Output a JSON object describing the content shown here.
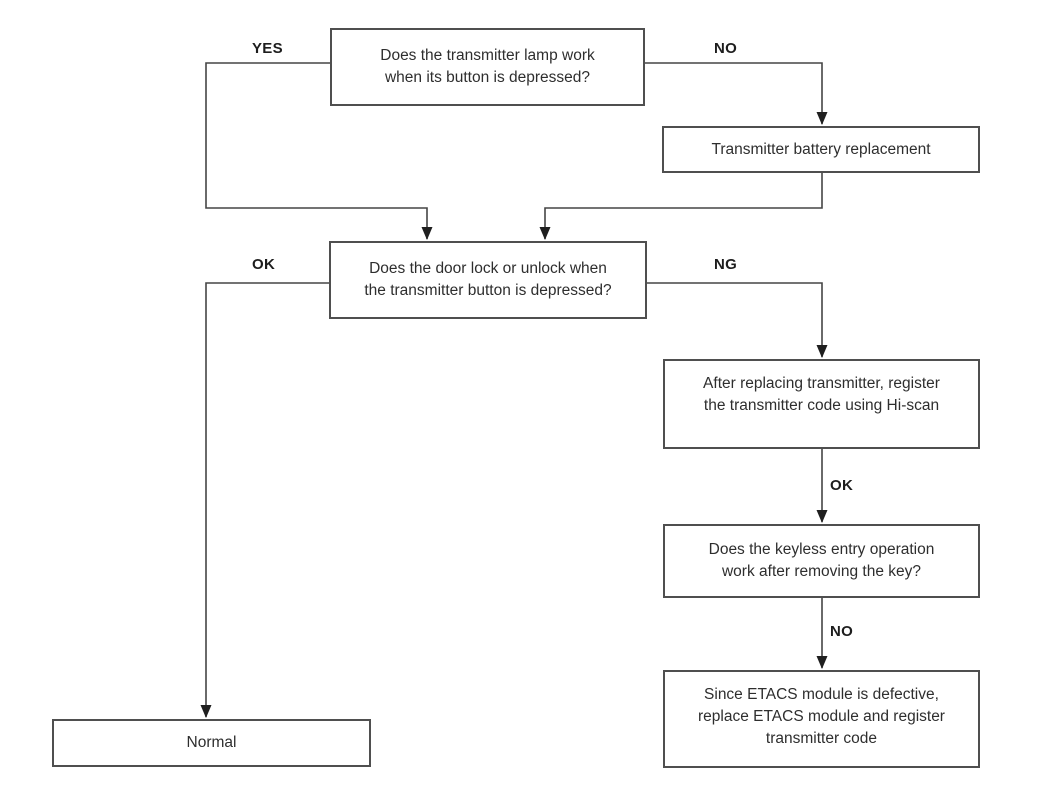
{
  "diagram": {
    "type": "flowchart",
    "background_color": "#ffffff",
    "line_color": "#454545",
    "text_color": "#2e2e2e",
    "nodes": {
      "transmitter_lamp_question": {
        "text": "Does the transmitter lamp work\nwhen its button is depressed?"
      },
      "battery_replacement": {
        "text": "Transmitter battery replacement"
      },
      "door_lock_question": {
        "text": "Does the door lock or unlock when\nthe transmitter button is depressed?"
      },
      "register_transmitter_code": {
        "text": "After replacing transmitter, register\nthe transmitter code using Hi-scan"
      },
      "keyless_entry_question": {
        "text": "Does the keyless entry operation\nwork after removing the key?"
      },
      "etacs_module_defective": {
        "text": "Since ETACS module is defective,\nreplace ETACS module and register\ntransmitter code"
      },
      "normal": {
        "text": "Normal"
      }
    },
    "branch_labels": {
      "yes": "YES",
      "no": "NO",
      "ok": "OK",
      "ng": "NG",
      "ok2": "OK",
      "no2": "NO"
    }
  }
}
